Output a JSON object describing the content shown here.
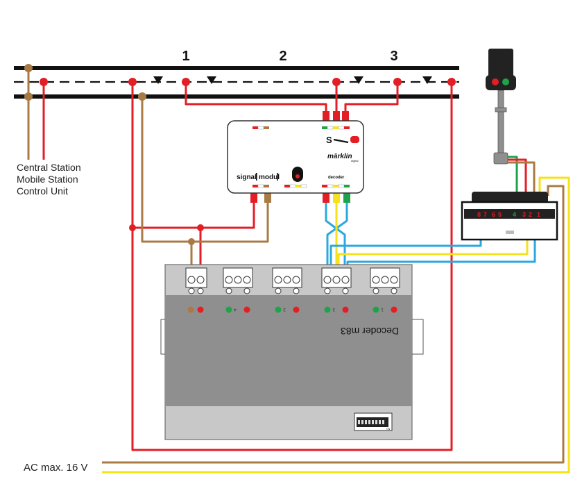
{
  "track": {
    "sections": [
      {
        "label": "1"
      },
      {
        "label": "2"
      },
      {
        "label": "3"
      }
    ]
  },
  "controller_labels": [
    "Central Station",
    "Mobile Station",
    "Control Unit"
  ],
  "power_label": "AC max. 16 V",
  "signal_module": {
    "brand_left": "signal",
    "brand_right": "modul",
    "logo": "märklin",
    "logo_sub": "digital",
    "s_letter": "S",
    "decoder_text": "decoder"
  },
  "decoder_m83": {
    "name": "Decoder m83",
    "port_numbers": [
      "4",
      "3",
      "2",
      "1"
    ],
    "dip_label": "ON"
  },
  "panel": {
    "numbers": [
      "8",
      "7",
      "6",
      "5",
      "4",
      "3",
      "2",
      "1"
    ]
  },
  "colors": {
    "red": "#e31e24",
    "brown": "#a97a44",
    "yellow": "#f6e21a",
    "blue": "#2aa8e0",
    "green": "#1fa34a",
    "rail": "#111111",
    "box_gray": "#8f8f8f"
  }
}
